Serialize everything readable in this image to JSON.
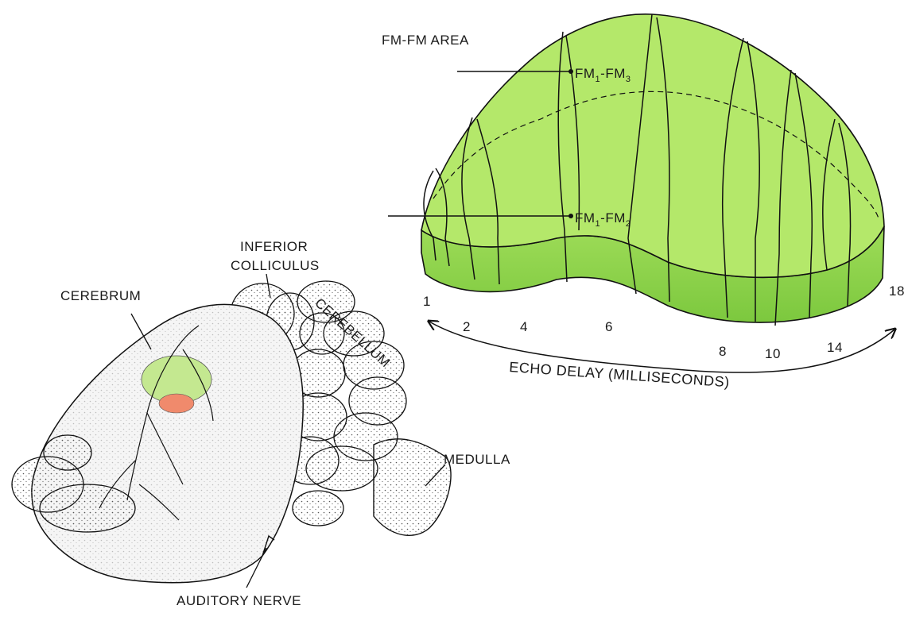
{
  "labels": {
    "fm_fm_area": "FM-FM AREA",
    "fm1_fm3": {
      "base": "FM",
      "sub1": "1",
      "sep": "-FM",
      "sub2": "3"
    },
    "fm1_fm2": {
      "base": "FM",
      "sub1": "1",
      "sep": "-FM",
      "sub2": "2"
    },
    "inferior_colliculus_line1": "INFERIOR",
    "inferior_colliculus_line2": "COLLICULUS",
    "cerebrum": "CEREBRUM",
    "cerebellum": "CEREBELLUM",
    "medulla": "MEDULLA",
    "auditory_nerve": "AUDITORY NERVE",
    "echo_delay": "ECHO DELAY (MILLISECONDS)"
  },
  "echo_delay_ticks": [
    "1",
    "2",
    "4",
    "6",
    "8",
    "10",
    "14",
    "18"
  ],
  "colors": {
    "fm_area_top": "#b4e86a",
    "fm_area_side": "#86d44a",
    "cerebrum_green_patch": "#c4e890",
    "cerebrum_red_patch": "#f08a6c",
    "brain_fill": "#f4f4f4",
    "stipple": "#555555"
  }
}
